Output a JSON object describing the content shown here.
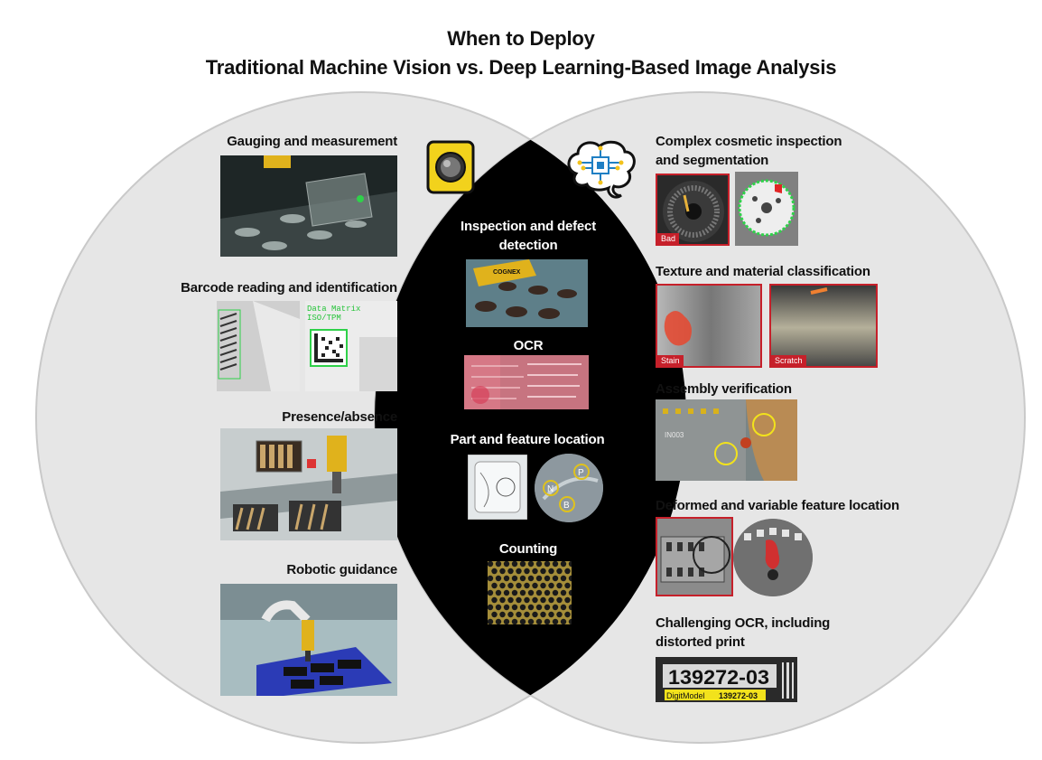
{
  "title": {
    "line1": "When to Deploy",
    "line2": "Traditional Machine Vision vs. Deep Learning-Based Image Analysis"
  },
  "traditional": {
    "icon": "camera-icon",
    "items": [
      {
        "label": "Gauging and measurement"
      },
      {
        "label": "Barcode reading and identification"
      },
      {
        "label": "Presence/absence"
      },
      {
        "label": "Robotic guidance"
      }
    ],
    "barcode_overlay": "Data Matrix  ISO/TPM"
  },
  "both": {
    "items": [
      {
        "label": "Inspection and defect detection"
      },
      {
        "label": "OCR"
      },
      {
        "label": "Part and feature location"
      },
      {
        "label": "Counting"
      }
    ],
    "camera_brand": "COGNEX",
    "feature_markers": [
      "N",
      "P",
      "B"
    ]
  },
  "deep_learning": {
    "icon": "brain-chip-icon",
    "items": [
      {
        "label": "Complex cosmetic inspection and segmentation",
        "tags": [
          "Bad"
        ]
      },
      {
        "label": "Texture and material classification",
        "tags": [
          "Stain",
          "Scratch"
        ]
      },
      {
        "label": "Assembly verification"
      },
      {
        "label": "Deformed and variable feature location"
      },
      {
        "label": "Challenging OCR, including distorted print",
        "ocr_text": "139272-03",
        "ocr_label": "DigitModel",
        "ocr_code": "139272-03"
      }
    ],
    "assembly_text": "IN003"
  },
  "colors": {
    "outer_circle": "#e6e6e6",
    "outer_stroke": "#c9c9c9",
    "overlap": "#000000",
    "highlight_red": "#c6202a",
    "camera_yellow": "#f2d21c"
  }
}
